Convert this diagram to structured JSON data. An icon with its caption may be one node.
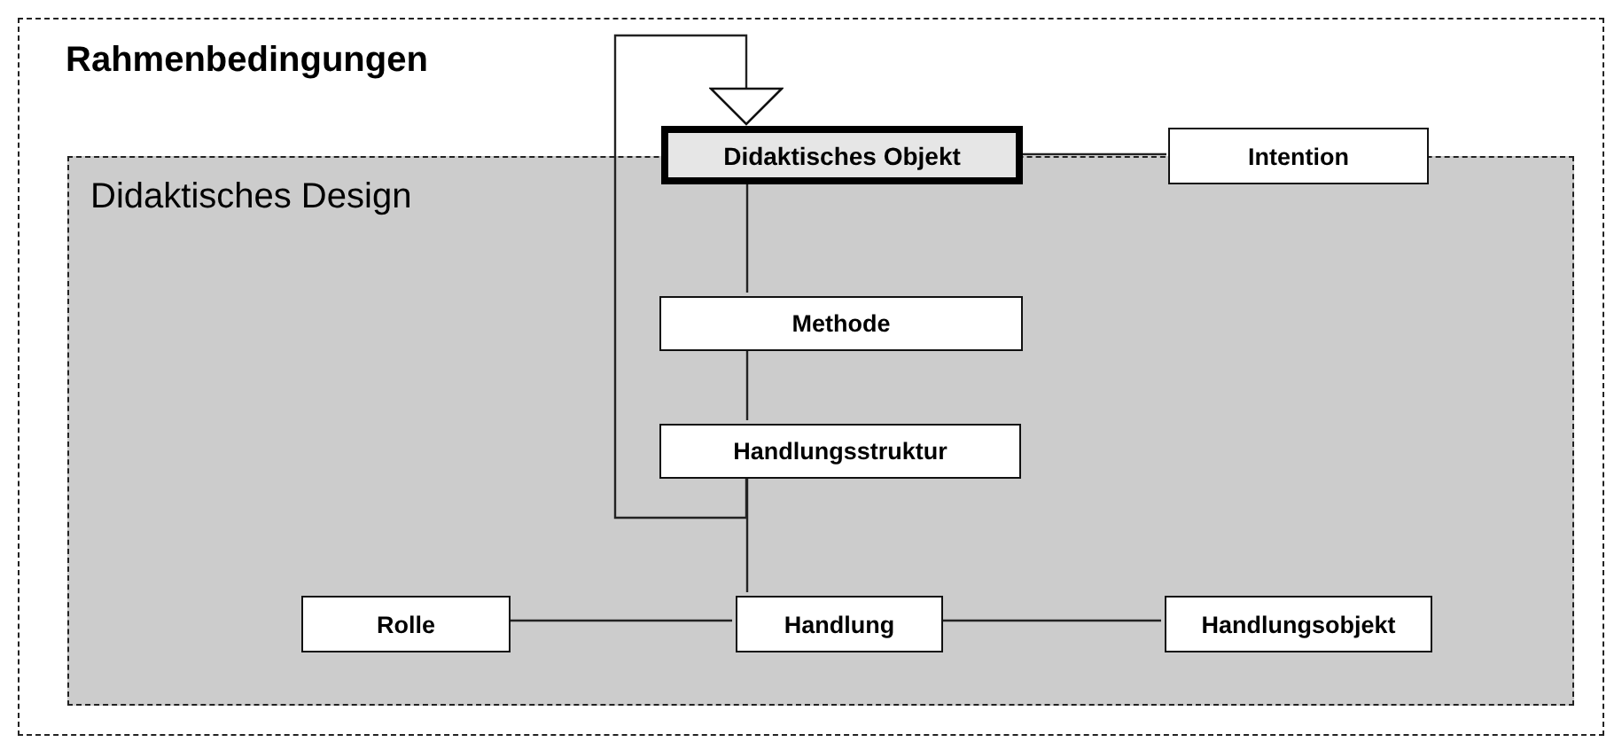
{
  "diagram": {
    "nodes": [
      {
        "text": [
          "Rahmenbedingungen"
        ]
      },
      {
        "text": [
          "Didaktisches Design"
        ],
        "in": 0
      },
      {
        "text": [
          "Didaktisches Objekt"
        ],
        "in": 0
      },
      {
        "text": [
          "Intention"
        ],
        "in": 0
      },
      {
        "text": [
          "Methode"
        ],
        "in": 1
      },
      {
        "text": [
          "Handlungsstruktur"
        ],
        "in": 1
      },
      {
        "text": [
          "Rolle"
        ],
        "in": 1
      },
      {
        "text": [
          "Handlung"
        ],
        "in": 1
      },
      {
        "text": [
          "Handlungsobjekt"
        ],
        "in": 1
      }
    ],
    "edges": [
      {
        "from": 2,
        "to": 3,
        "arrow": "none"
      },
      {
        "from": 2,
        "to": 4,
        "arrow": "none"
      },
      {
        "from": 4,
        "to": 5,
        "arrow": "none"
      },
      {
        "from": 5,
        "to": 7,
        "arrow": "none"
      },
      {
        "from": 6,
        "to": 7,
        "arrow": "none"
      },
      {
        "from": 7,
        "to": 8,
        "arrow": "none"
      },
      {
        "from": 5,
        "to": 2,
        "arrow": "to"
      }
    ]
  }
}
